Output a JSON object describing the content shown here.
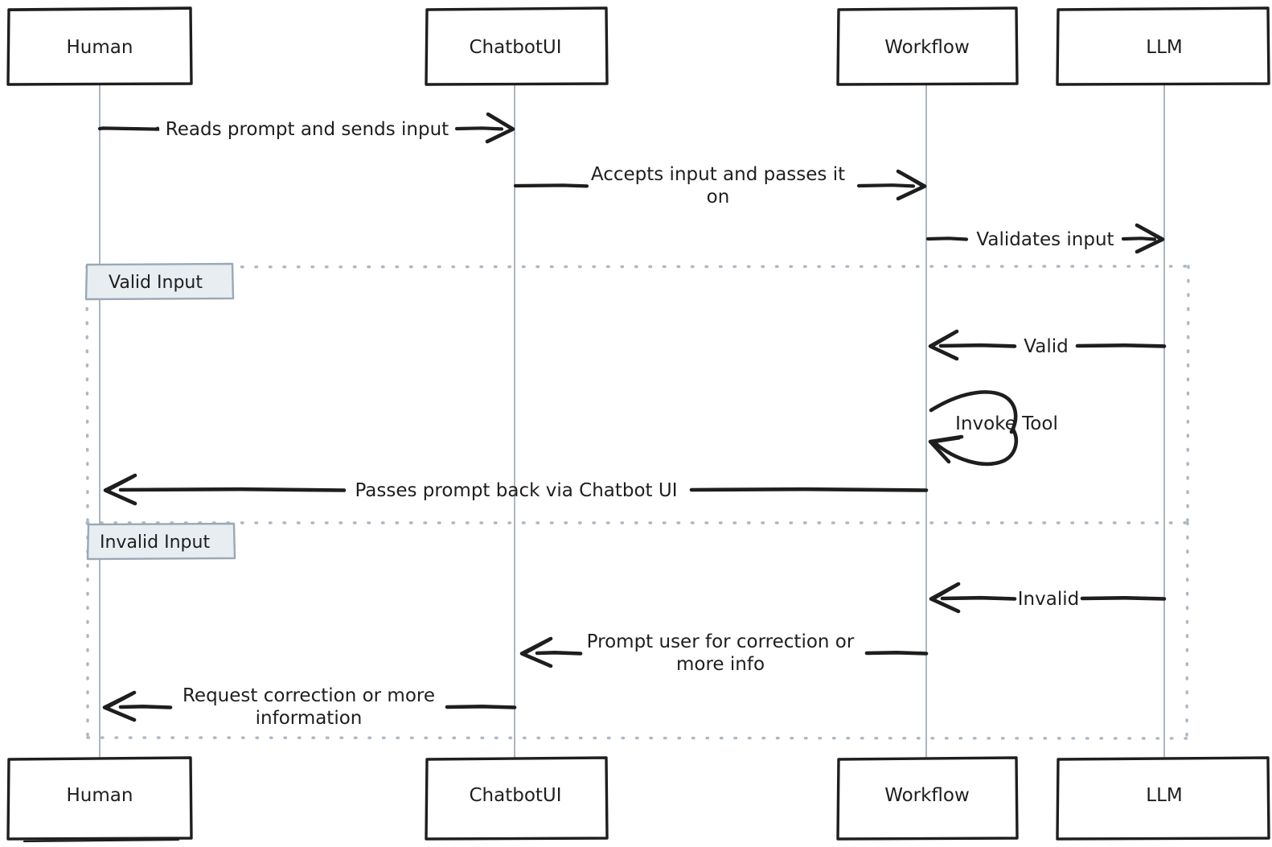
{
  "diagram": {
    "type": "sequence-diagram",
    "style": "hand-drawn",
    "colors": {
      "stroke": "#1e1e1e",
      "lifeline": "#9aa3ad",
      "block_frame": "#adb8c4",
      "block_label_fill": "#e8edf1",
      "block_label_stroke": "#9aa8b5",
      "background": "#ffffff"
    },
    "participants": [
      {
        "id": "human",
        "label": "Human"
      },
      {
        "id": "chatbotui",
        "label": "ChatbotUI"
      },
      {
        "id": "workflow",
        "label": "Workflow"
      },
      {
        "id": "llm",
        "label": "LLM"
      }
    ],
    "blocks": [
      {
        "id": "valid",
        "label": "Valid Input"
      },
      {
        "id": "invalid",
        "label": "Invalid Input"
      }
    ],
    "messages": [
      {
        "id": "m1",
        "from": "human",
        "to": "chatbotui",
        "label": "Reads prompt and sends input",
        "direction": "right"
      },
      {
        "id": "m2",
        "from": "chatbotui",
        "to": "workflow",
        "label": "Accepts input and passes it on",
        "line1": "Accepts input and passes it",
        "line2": "on",
        "direction": "right"
      },
      {
        "id": "m3",
        "from": "workflow",
        "to": "llm",
        "label": "Validates input",
        "direction": "right"
      },
      {
        "id": "m4",
        "from": "llm",
        "to": "workflow",
        "label": "Valid",
        "direction": "left"
      },
      {
        "id": "m5",
        "from": "workflow",
        "to": "workflow",
        "label": "Invoke Tool",
        "direction": "self"
      },
      {
        "id": "m6",
        "from": "workflow",
        "to": "human",
        "label": "Passes prompt back via Chatbot UI",
        "direction": "left"
      },
      {
        "id": "m7",
        "from": "llm",
        "to": "workflow",
        "label": "Invalid",
        "direction": "left"
      },
      {
        "id": "m8",
        "from": "workflow",
        "to": "chatbotui",
        "label": "Prompt user for correction or more info",
        "line1": "Prompt user for correction or",
        "line2": "more info",
        "direction": "left"
      },
      {
        "id": "m9",
        "from": "chatbotui",
        "to": "human",
        "label": "Request correction or more information",
        "line1": "Request correction or more",
        "line2": "information",
        "direction": "left"
      }
    ]
  }
}
